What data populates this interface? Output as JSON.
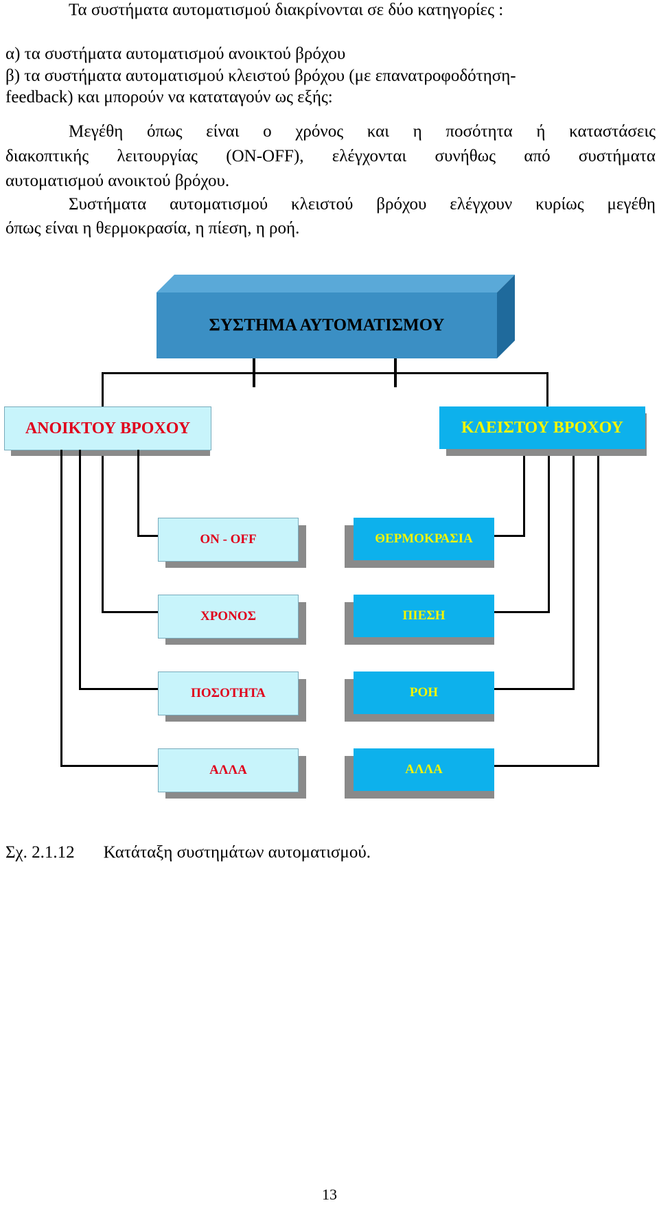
{
  "text": {
    "intro": "Τα συστήματα αυτοματισμού διακρίνονται σε δύο κατηγορίες :",
    "item_a": "α) τα συστήματα αυτοματισμού ανοικτού βρόχου",
    "item_b_line1": "β) τα συστήματα αυτοματισμού κλειστού βρόχου (με επανατροφοδότηση-",
    "item_b_line2": "feedback) και μπορούν να καταταγούν ως εξής:",
    "para1_line1": "Μεγέθη όπως είναι ο χρόνος και η ποσότητα ή καταστάσεις",
    "para1_line2": "διακοπτικής λειτουργίας (ON-OFF), ελέγχονται συνήθως από συστήματα",
    "para1_line3": "αυτοματισμού ανοικτού βρόχου.",
    "para2_line1": "Συστήματα αυτοματισμού κλειστού βρόχου ελέγχουν κυρίως μεγέθη",
    "para2_line2": "όπως είναι η θερμοκρασία, η πίεση, η ροή."
  },
  "diagram": {
    "root": "ΣΥΣΤΗΜΑ ΑΥΤΟΜΑΤΙΣΜΟΥ",
    "open_loop": "ΑΝΟΙΚΤΟΥ ΒΡΟΧΟΥ",
    "closed_loop": "ΚΛΕΙΣΤΟΥ ΒΡΟΧΟΥ",
    "open_items": [
      "ON - OFF",
      "ΧΡΟΝΟΣ",
      "ΠΟΣΟΤΗΤΑ",
      "ΑΛΛΑ"
    ],
    "closed_items": [
      "ΘΕΡΜΟΚΡΑΣΙΑ",
      "ΠΙΕΣΗ",
      "ΡΟΗ",
      "ΑΛΛΑ"
    ],
    "colors": {
      "root_fill": "#3b8fc4",
      "root_top": "#5aa9d8",
      "root_side": "#1f6a9c",
      "open_fill": "#c8f4fb",
      "open_text": "#e0001b",
      "closed_fill": "#0db1ec",
      "closed_text": "#f5f500",
      "root_text": "#000000"
    }
  },
  "caption": {
    "number": "Σχ. 2.1.12",
    "title": "Κατάταξη συστημάτων αυτοματισμού."
  },
  "page_number": "13"
}
